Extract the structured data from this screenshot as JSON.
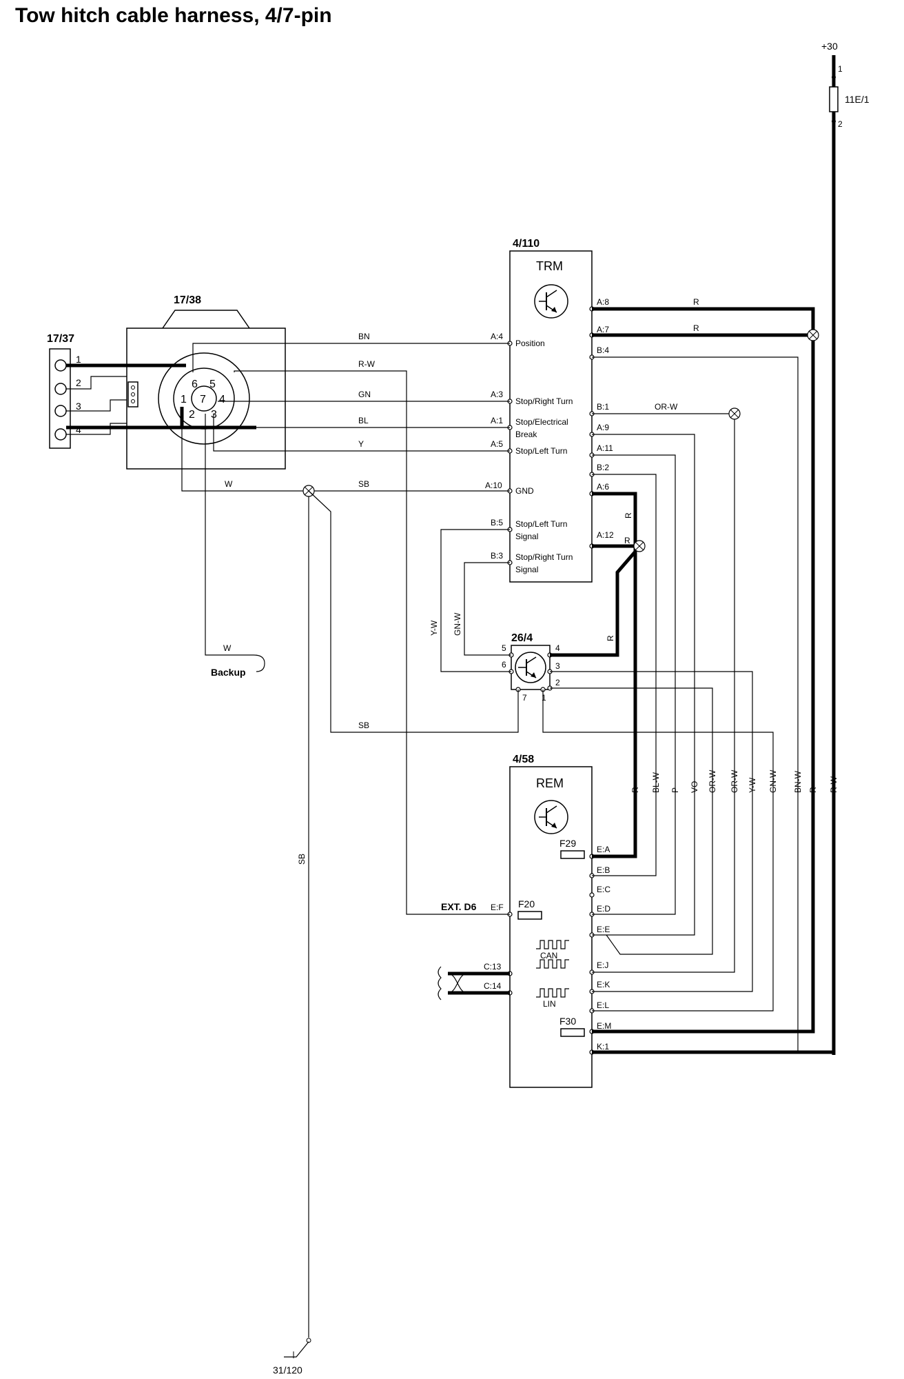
{
  "title": "Tow hitch cable harness, 4/7-pin",
  "supply": {
    "label": "+30",
    "pin_top": "1",
    "pin_bottom": "2",
    "fuse": "11E/1"
  },
  "trm": {
    "ref": "4/110",
    "name": "TRM",
    "left_pins": [
      "A:4",
      "A:3",
      "A:1",
      "A:5",
      "A:10",
      "B:5",
      "B:3"
    ],
    "left_labels": [
      "Position",
      "Stop/Right Turn",
      "Stop/Electrical",
      "Break",
      "Stop/Left Turn",
      "GND",
      "Stop/Left Turn",
      "Signal",
      "Stop/Right Turn",
      "Signal"
    ],
    "right_pins": [
      "A:8",
      "A:7",
      "B:4",
      "B:1",
      "A:9",
      "A:11",
      "B:2",
      "A:6",
      "A:12"
    ]
  },
  "rem": {
    "ref": "4/58",
    "name": "REM",
    "fuses": [
      "F29",
      "F20",
      "F30"
    ],
    "right_pins": [
      "E:A",
      "E:B",
      "E:C",
      "E:D",
      "E:E",
      "E:J",
      "E:K",
      "E:L",
      "E:M",
      "K:1"
    ],
    "left_pins": [
      "E:F",
      "C:13",
      "C:14"
    ],
    "ext_label": "EXT. D6",
    "bus_labels": [
      "CAN",
      "LIN"
    ]
  },
  "relay": {
    "ref": "26/4",
    "pins": [
      "5",
      "6",
      "4",
      "3",
      "2",
      "7",
      "1"
    ]
  },
  "socket7": {
    "ref": "17/38",
    "pins": [
      "6",
      "5",
      "1",
      "7",
      "4",
      "2",
      "3"
    ]
  },
  "socket4": {
    "ref": "17/37",
    "pins": [
      "1",
      "2",
      "3",
      "4"
    ]
  },
  "wire_colors": {
    "bn": "BN",
    "rw": "R-W",
    "gn": "GN",
    "bl": "BL",
    "y": "Y",
    "w": "W",
    "sb": "SB",
    "r": "R",
    "orw": "OR-W",
    "yw": "Y-W",
    "gnw": "GN-W",
    "blw": "BL-W",
    "p": "P",
    "vo": "VO",
    "bnw": "BN-W"
  },
  "backup_label": "Backup",
  "ground": "31/120"
}
